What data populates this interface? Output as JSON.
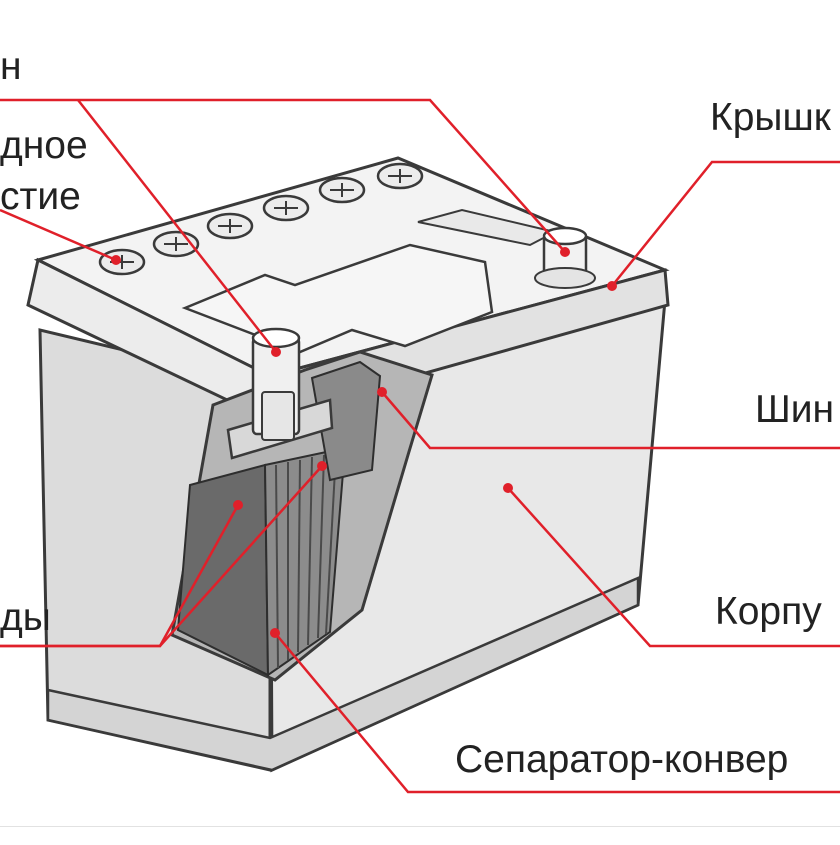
{
  "labels": {
    "top_left_fragment": "н",
    "vent_line1": "дное",
    "vent_line2": "стие",
    "lid": "Крышк",
    "bus": "Шин",
    "electrodes": "ды",
    "case": "Корпу",
    "separator": "Сепаратор-конвер"
  },
  "colors": {
    "leader_line": "#e0202a",
    "outline": "#3a3a3a",
    "case_fill": "#e6e6e6",
    "lid_fill": "#f1f1f1",
    "plate_fill": "#6a6a6a"
  },
  "icons": {
    "vent_cap": "vent-cap-icon",
    "terminal": "battery-terminal-icon"
  }
}
